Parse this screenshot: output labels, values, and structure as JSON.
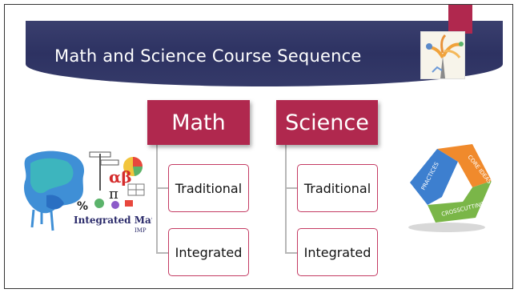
{
  "slide": {
    "title": "Math and Science Course Sequence"
  },
  "diagram": {
    "branches": [
      {
        "heading": "Math",
        "children": [
          "Traditional",
          "Integrated"
        ]
      },
      {
        "heading": "Science",
        "children": [
          "Traditional",
          "Integrated"
        ]
      }
    ]
  },
  "images": {
    "left_caption": "Integrated Math",
    "left_caption_sub": "IMP",
    "left_symbols": [
      "αβ",
      "π",
      "%"
    ],
    "right_segments": [
      "PRACTICES",
      "CORE IDEAS",
      "CROSSCUTTING"
    ]
  },
  "colors": {
    "banner": "#2d3262",
    "accent": "#b0284e",
    "connector": "#b7b7b7"
  }
}
